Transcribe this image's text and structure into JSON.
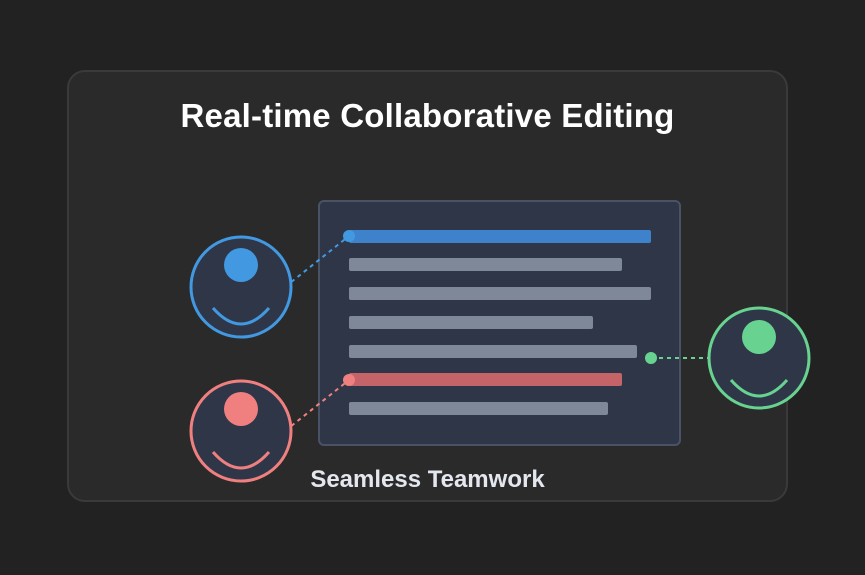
{
  "title": "Real-time Collaborative Editing",
  "subtitle": "Seamless Teamwork",
  "colors": {
    "background": "#222222",
    "card": "#2a2a2a",
    "document": "#2e3647",
    "document_border": "#4a5366",
    "text_line": "#7f8898",
    "user_blue": "#4299e1",
    "user_red": "#f08080",
    "user_green": "#68d391",
    "avatar_fill": "#2e3647"
  },
  "users": [
    {
      "name": "user-blue",
      "color": "#4299e1",
      "edits_line": 1
    },
    {
      "name": "user-red",
      "color": "#f08080",
      "edits_line": 6
    },
    {
      "name": "user-green",
      "color": "#68d391",
      "edits_line": 5
    }
  ],
  "document_lines": 7
}
